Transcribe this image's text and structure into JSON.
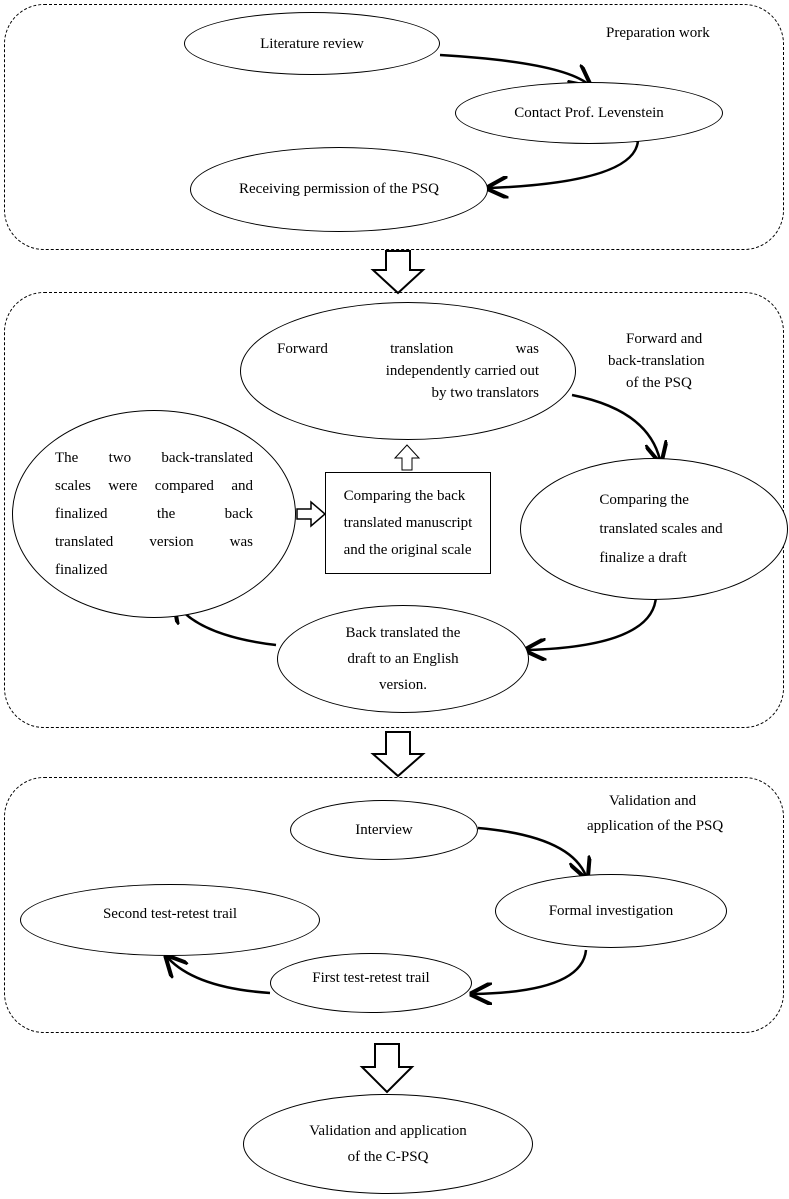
{
  "stages": {
    "preparation": {
      "title": "Preparation work",
      "nodes": [
        "Literature review",
        "Contact Prof. Levenstein",
        "Receiving permission of the PSQ"
      ]
    },
    "translation": {
      "title_lines": [
        "Forward and",
        "back-translation",
        "of the PSQ"
      ],
      "forward_lines": [
        "Forward translation was",
        "independently carried out",
        "by two translators"
      ],
      "compare_translated_lines": [
        "Comparing the",
        "translated scales and",
        "finalize a draft"
      ],
      "back_translated_lines": [
        "Back translated the",
        "draft to an English",
        "version."
      ],
      "two_scales_lines": [
        "The two back-translated",
        "scales were compared and",
        "finalized the back",
        "translated version was",
        "finalized"
      ],
      "compare_box_lines": [
        "Comparing the back",
        "translated manuscript",
        "and the original scale"
      ]
    },
    "validation": {
      "title_lines": [
        "Validation and",
        "application of the PSQ"
      ],
      "nodes": [
        "Interview",
        "Formal investigation",
        "First test-retest trail",
        "Second test-retest trail"
      ]
    }
  },
  "final": {
    "lines": [
      "Validation and application",
      "of the C-PSQ"
    ]
  }
}
